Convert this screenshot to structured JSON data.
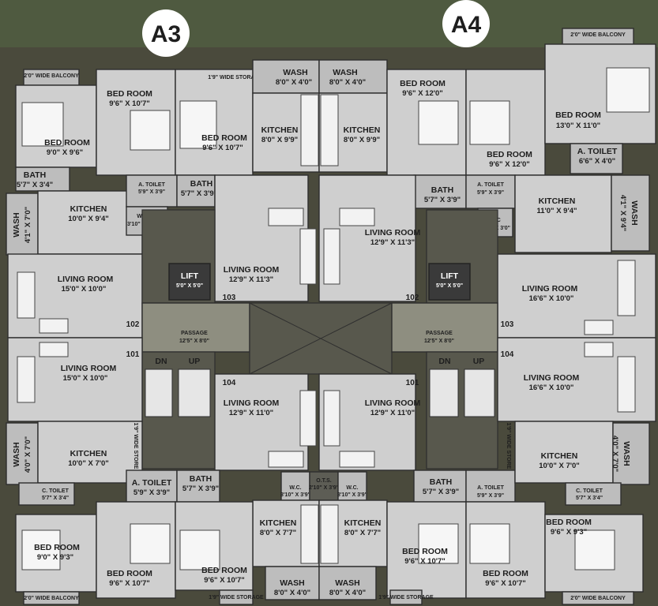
{
  "wings": {
    "a3": "A3",
    "a4": "A4"
  },
  "units": {
    "u101L": "101",
    "u102L": "102",
    "u103L": "103",
    "u104L": "104",
    "u101R": "101",
    "u102R": "102",
    "u103R": "103",
    "u104R": "104"
  },
  "lifts": {
    "label": "LIFT",
    "dim": "5'0\" X 5'0\""
  },
  "passage": {
    "label": "PASSAGE",
    "dim": "12'5\" X 8'0\""
  },
  "stairs": {
    "dn": "DN",
    "up": "UP"
  },
  "ots": {
    "label": "O.T.S.",
    "dim": "2'10\" X 3'9\""
  },
  "wide_store": "1'9\" WIDE STORE",
  "rooms": {
    "balcony_2_0": "2'0\" WIDE BALCONY",
    "storage_1_9": "1'9\" WIDE STORAGE",
    "bed_9_0_9_6": {
      "name": "BED ROOM",
      "dim": "9'0\" X 9'6\""
    },
    "bed_9_6_10_7": {
      "name": "BED ROOM",
      "dim": "9'6\" X 10'7\""
    },
    "bed_9_6_12_0": {
      "name": "BED ROOM",
      "dim": "9'6\" X 12'0\""
    },
    "bed_13_0_11_0": {
      "name": "BED ROOM",
      "dim": "13'0\" X 11'0\""
    },
    "bed_9_0_9_3": {
      "name": "BED ROOM",
      "dim": "9'0\" X 9'3\""
    },
    "bed_9_6_9_3": {
      "name": "BED ROOM",
      "dim": "9'6\" X 9'3\""
    },
    "wash_8_0_4_0": {
      "name": "WASH",
      "dim": "8'0\" X 4'0\""
    },
    "wash_4_1_7_0": {
      "name": "WASH",
      "dim": "4'1\" X 7'0\""
    },
    "wash_4_1_9_4": {
      "name": "WASH",
      "dim": "4'1\" X 9'4\""
    },
    "wash_4_0_7_0": {
      "name": "WASH",
      "dim": "4'0\" X 7'0\""
    },
    "kitchen_8_0_9_9": {
      "name": "KITCHEN",
      "dim": "8'0\" X 9'9\""
    },
    "kitchen_10_0_9_4": {
      "name": "KITCHEN",
      "dim": "10'0\" X 9'4\""
    },
    "kitchen_11_0_9_4": {
      "name": "KITCHEN",
      "dim": "11'0\" X 9'4\""
    },
    "kitchen_10_0_7_0": {
      "name": "KITCHEN",
      "dim": "10'0\" X 7'0\""
    },
    "kitchen_8_0_7_7": {
      "name": "KITCHEN",
      "dim": "8'0\" X 7'7\""
    },
    "bath_5_7_3_4": {
      "name": "BATH",
      "dim": "5'7\" X 3'4\""
    },
    "bath_5_7_3_9": {
      "name": "BATH",
      "dim": "5'7\" X 3'9\""
    },
    "atoilet_5_9_3_9": {
      "name": "A. TOILET",
      "dim": "5'9\" X 3'9\""
    },
    "atoilet_6_6_4_0": {
      "name": "A. TOILET",
      "dim": "6'6\" X 4'0\""
    },
    "wc": {
      "name": "W/C",
      "dim": "3'10\" X 3'0\""
    },
    "wc2": {
      "name": "W.C.",
      "dim": "3'10\" X 3'9\""
    },
    "ctoilet": {
      "name": "C. TOILET",
      "dim": "5'7\" X 3'4\""
    },
    "living_15_0_10_0": {
      "name": "LIVING ROOM",
      "dim": "15'0\" X 10'0\""
    },
    "living_16_6_10_0": {
      "name": "LIVING ROOM",
      "dim": "16'6\" X 10'0\""
    },
    "living_12_9_11_3": {
      "name": "LIVING ROOM",
      "dim": "12'9\" X 11'3\""
    },
    "living_12_9_11_0": {
      "name": "LIVING ROOM",
      "dim": "12'9\" X 11'0\""
    }
  },
  "colors": {
    "background": "#4a4a3c",
    "room": "#cfcfcf",
    "wet": "#bdbdbd",
    "passage": "#8e8e80",
    "lift": "#3a3a3a"
  }
}
